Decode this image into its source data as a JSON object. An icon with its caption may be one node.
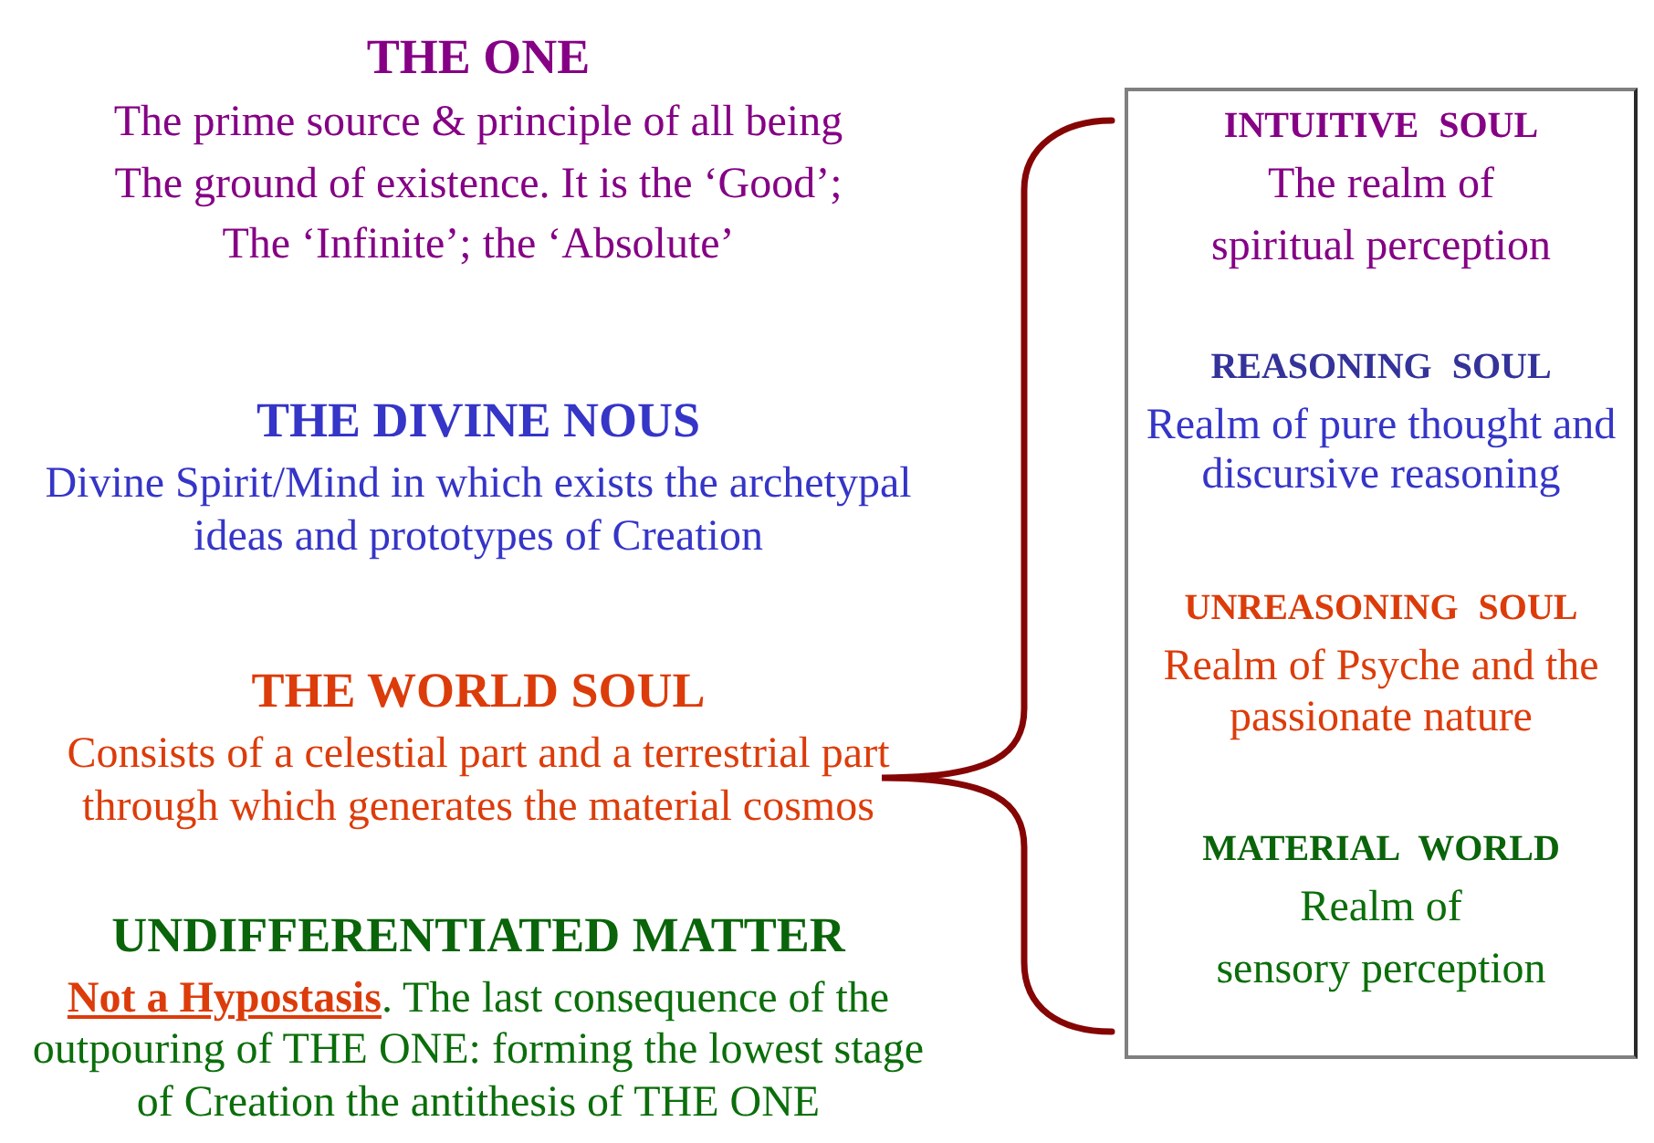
{
  "diagram": {
    "nodes": [
      {
        "text": [
          "INTUITIVE SOUL",
          "The realm of spiritual perception",
          "REASONING SOUL",
          "Realm of pure thought and discursive reasoning",
          "UNREASONING SOUL",
          "Realm of Psyche and the passionate nature",
          "MATERIAL WORLD",
          "Realm of sensory perception"
        ]
      }
    ],
    "labels": [
      "THE ONE",
      "The prime source & principle of all being The ground of existence. It is the ‘Good’; The ‘Infinite’; the ‘Absolute’",
      "THE DIVINE NOUS",
      "Divine Spirit/Mind in which exists the archetypal ideas and prototypes of Creation",
      "THE WORLD SOUL",
      "Consists of a celestial part and a terrestrial part through which generates the material cosmos",
      "UNDIFFERENTIATED MATTER",
      "**Not a Hypostasis**. The last consequence of the outpouring of THE ONE: forming the lowest stage of Creation the antithesis of THE ONE"
    ]
  }
}
